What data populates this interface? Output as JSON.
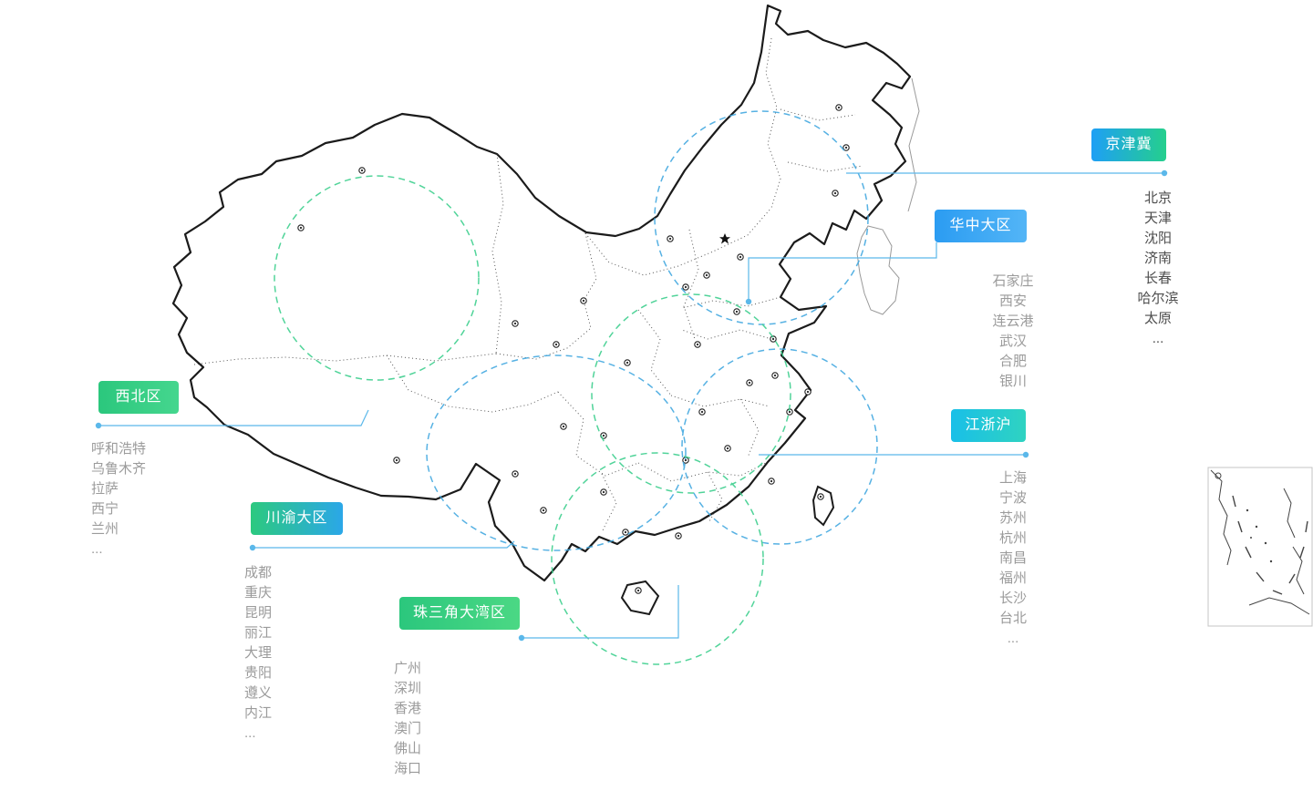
{
  "colors": {
    "leader_line": "#5bb8ea",
    "map_outline": "#1b1b1b",
    "province_line": "#3a3a3a",
    "neighbor_line": "#9a9a9a",
    "circle_blue": "#44a9e0",
    "circle_green": "#3ecf8e",
    "inset_border": "#c4c4c4",
    "marker_color": "#222222"
  },
  "regions": [
    {
      "id": "jingjinji",
      "label": "京津冀",
      "gradient": "linear-gradient(90deg, #1e9ff5, #25cf8d)",
      "list_color": "#4d4d4d",
      "cities": [
        "北京",
        "天津",
        "沈阳",
        "济南",
        "长春",
        "哈尔滨",
        "太原",
        "..."
      ]
    },
    {
      "id": "huazhong",
      "label": "华中大区",
      "gradient": "linear-gradient(90deg, #2b9cf2, #53b5f6)",
      "list_color": "#9b9b9b",
      "cities": [
        "石家庄",
        "西安",
        "连云港",
        "武汉",
        "合肥",
        "银川"
      ]
    },
    {
      "id": "xibei",
      "label": "西北区",
      "gradient": "linear-gradient(90deg, #2bc77d, #45d68e)",
      "list_color": "#9b9b9b",
      "cities": [
        "呼和浩特",
        "乌鲁木齐",
        "拉萨",
        "西宁",
        "兰州",
        "..."
      ]
    },
    {
      "id": "jiangzhehu",
      "label": "江浙沪",
      "gradient": "linear-gradient(90deg, #19bfe8, #2fd3c1)",
      "list_color": "#9b9b9b",
      "cities": [
        "上海",
        "宁波",
        "苏州",
        "杭州",
        "南昌",
        "福州",
        "长沙",
        "台北",
        "..."
      ]
    },
    {
      "id": "chuanyu",
      "label": "川渝大区",
      "gradient": "linear-gradient(90deg, #2cc97f, #2ba7e8)",
      "list_color": "#9b9b9b",
      "cities": [
        "成都",
        "重庆",
        "昆明",
        "丽江",
        "大理",
        "贵阳",
        "遵义",
        "内江",
        "..."
      ]
    },
    {
      "id": "zhusanjiao",
      "label": "珠三角大湾区",
      "gradient": "linear-gradient(90deg, #2bc77d, #4bd884)",
      "list_color": "#9b9b9b",
      "cities": [
        "广州",
        "深圳",
        "香港",
        "澳门",
        "佛山",
        "海口",
        "..."
      ]
    }
  ]
}
